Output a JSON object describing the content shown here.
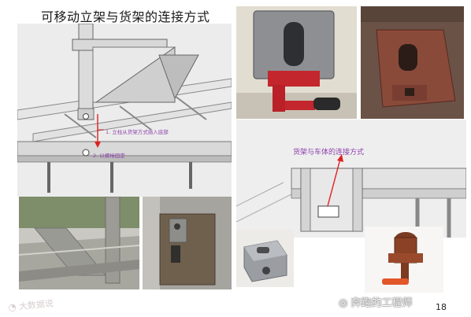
{
  "slide": {
    "title": "可移动立架与货架的连接方式",
    "page_number": "18"
  },
  "diagram_main": {
    "callout_1": "1. 立柱从货架方式插入底部",
    "callout_2": "2. 以螺栓固定"
  },
  "diagram_right": {
    "caption": "货架与车体的连接方式"
  },
  "watermarks": {
    "left": "大数据说",
    "right": "奔跑的工程师"
  }
}
